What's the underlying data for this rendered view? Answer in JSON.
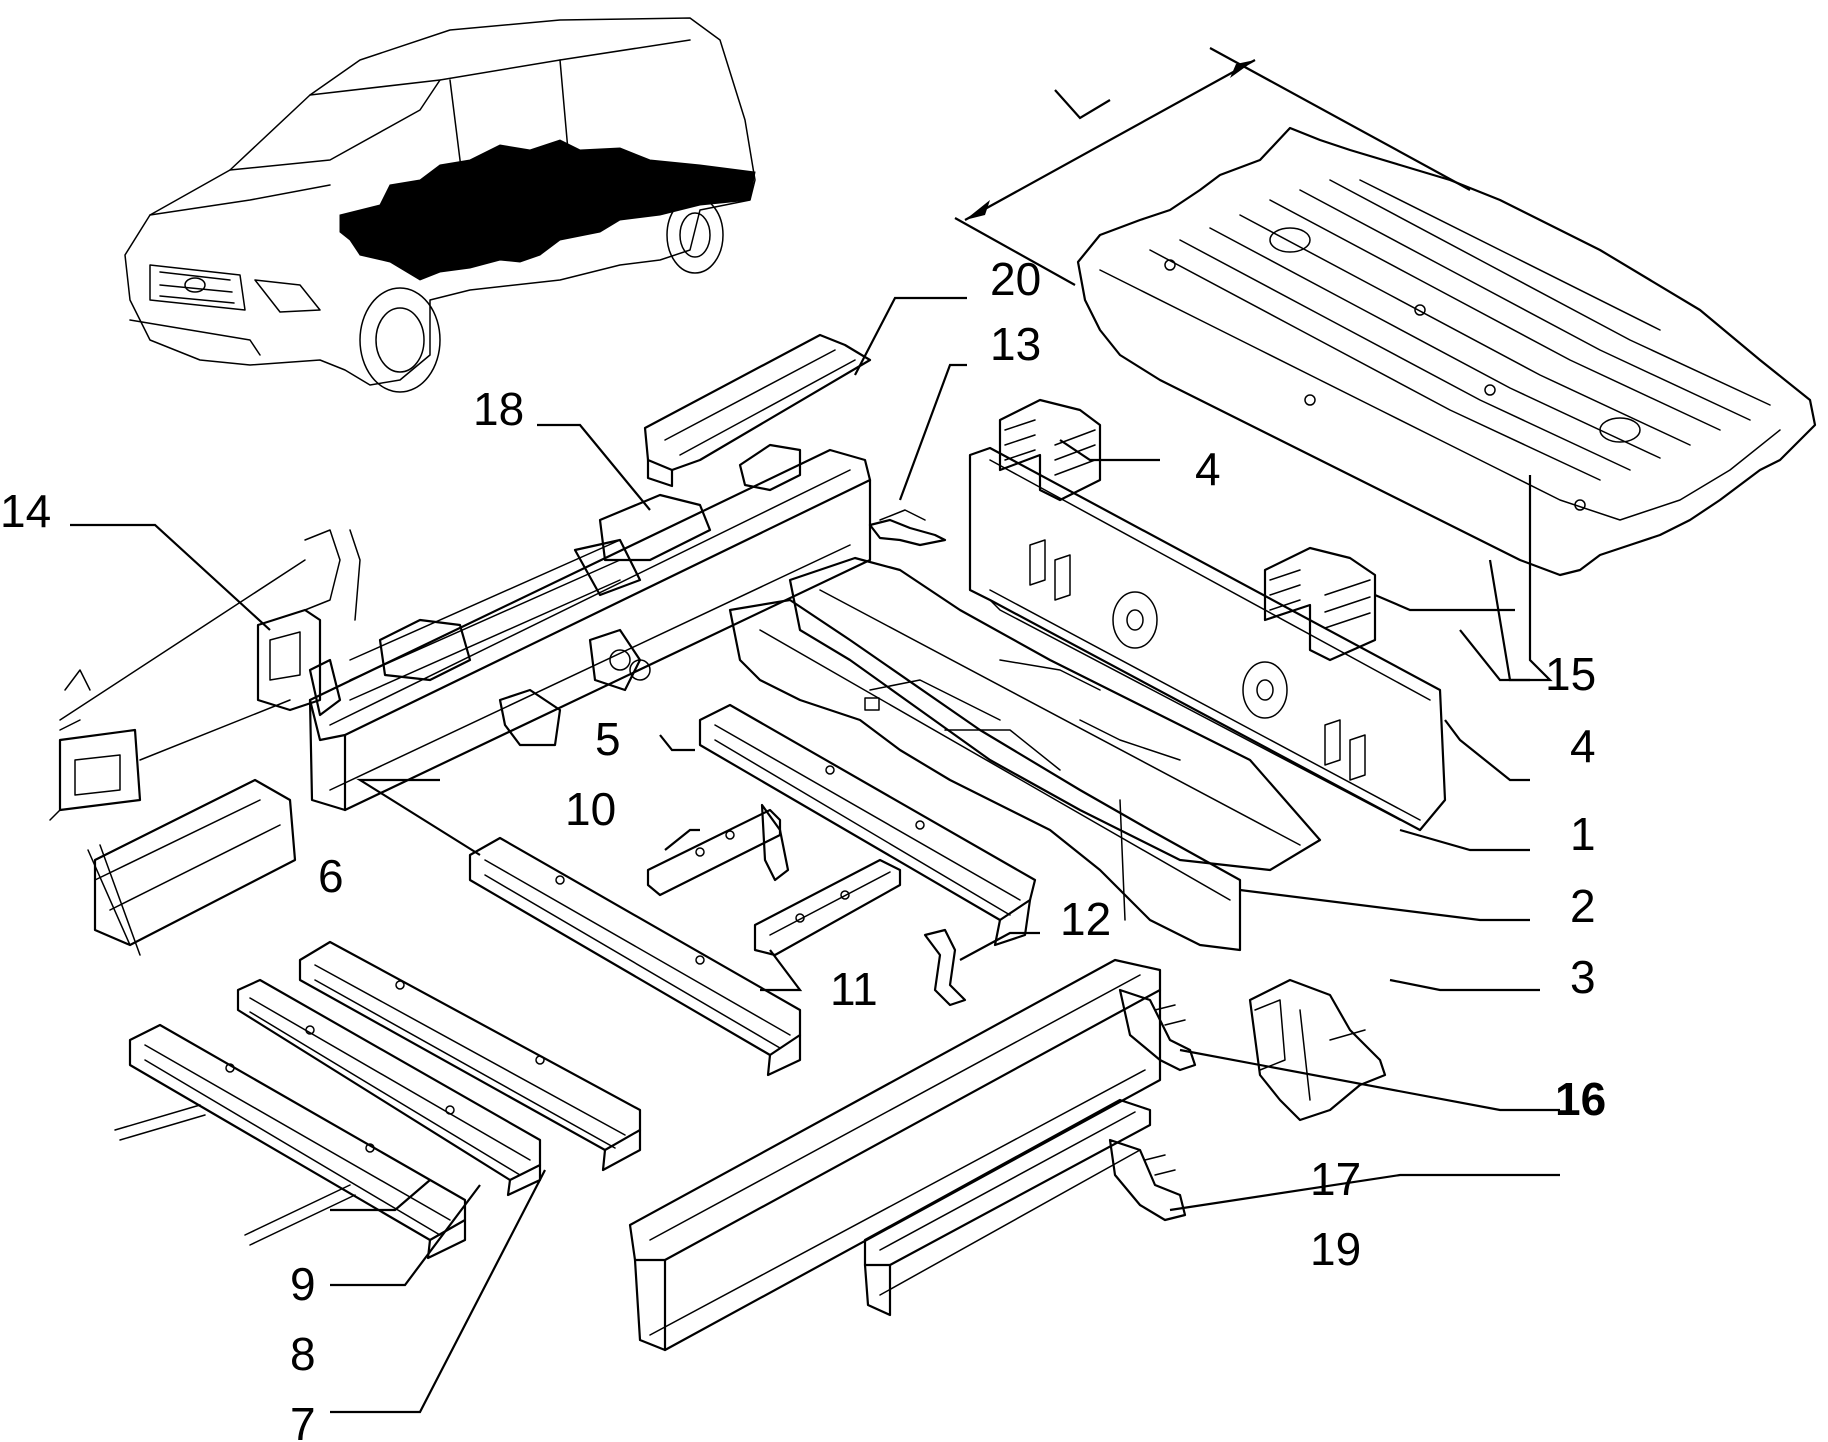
{
  "callouts": {
    "c1": "1",
    "c2": "2",
    "c3": "3",
    "c4a": "4",
    "c4b": "4",
    "c5": "5",
    "c6": "6",
    "c7": "7",
    "c8": "8",
    "c9": "9",
    "c10": "10",
    "c11": "11",
    "c12": "12",
    "c13": "13",
    "c14": "14",
    "c15": "15",
    "c16": "16",
    "c17": "17",
    "c18": "18",
    "c19": "19",
    "c20": "20"
  },
  "dimension": {
    "length_label": "L"
  },
  "colors": {
    "line": "#000000",
    "background": "#ffffff",
    "highlight": "#000000"
  }
}
